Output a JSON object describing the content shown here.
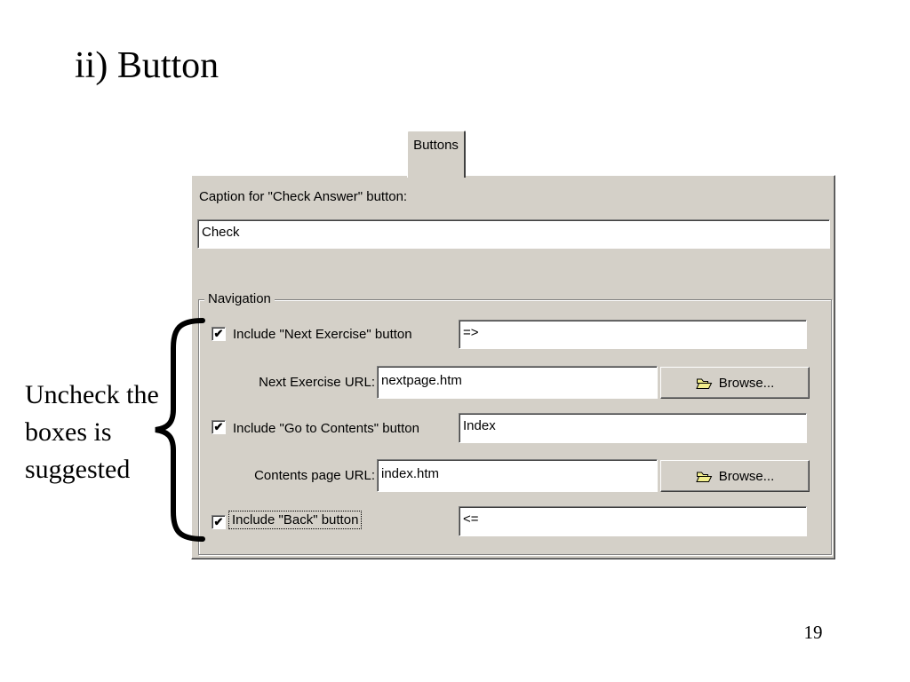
{
  "slide": {
    "title": "ii) Button",
    "page_number": "19",
    "annotation_lines": [
      "Uncheck the",
      "boxes is",
      "suggested"
    ]
  },
  "icons": {
    "checkmark": "✔",
    "folder_open": "folder-open",
    "curly_brace": "left-curly-brace"
  },
  "colors": {
    "panel_bg": "#d4d0c8",
    "border_dark": "#808080",
    "border_darker": "#404040",
    "highlight": "#ffffff",
    "field_bg": "#ffffff",
    "folder_yellow": "#f2ee8d",
    "text": "#000000"
  },
  "dialog": {
    "tab_label": "Buttons",
    "caption_label": "Caption for \"Check Answer\" button:",
    "caption_value": "Check",
    "nav": {
      "group_label": "Navigation",
      "row_next": {
        "label": "Include \"Next Exercise\" button",
        "checked": true,
        "value": "=>"
      },
      "row_next_url": {
        "label": "Next Exercise URL:",
        "value": "nextpage.htm",
        "browse": "Browse..."
      },
      "row_contents": {
        "label": "Include \"Go to Contents\" button",
        "checked": true,
        "value": "Index"
      },
      "row_contents_url": {
        "label": "Contents page URL:",
        "value": "index.htm",
        "browse": "Browse..."
      },
      "row_back": {
        "label": "Include \"Back\" button",
        "checked": true,
        "value": "<="
      }
    }
  }
}
